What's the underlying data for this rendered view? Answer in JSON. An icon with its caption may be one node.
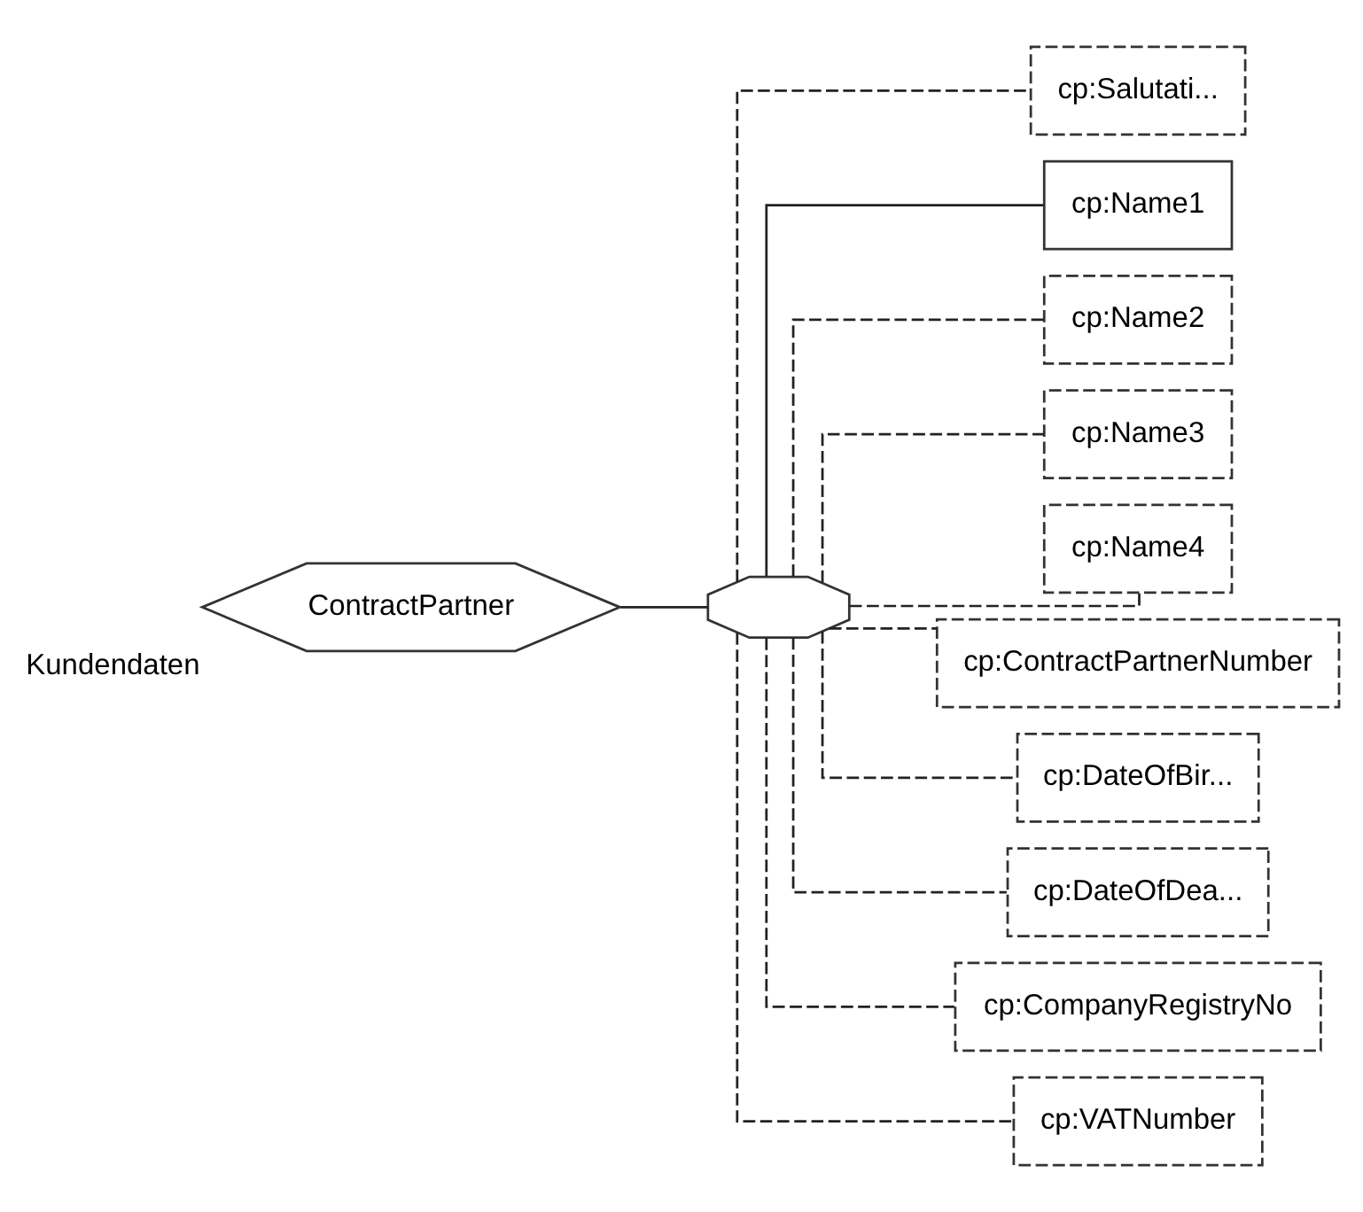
{
  "diagram": {
    "nodes": [
      {
        "text": [
          "ContractPartner"
        ],
        "beside": [
          "Kundendaten"
        ]
      },
      {
        "text": [],
        "shape": "octagon"
      },
      {
        "text": [
          "cp:Salutati..."
        ]
      },
      {
        "text": [
          "cp:Name1"
        ]
      },
      {
        "text": [
          "cp:Name2"
        ]
      },
      {
        "text": [
          "cp:Name3"
        ]
      },
      {
        "text": [
          "cp:Name4"
        ]
      },
      {
        "text": [
          "cp:ContractPartnerNumber"
        ]
      },
      {
        "text": [
          "cp:DateOfBir..."
        ]
      },
      {
        "text": [
          "cp:DateOfDea..."
        ]
      },
      {
        "text": [
          "cp:CompanyRegistryNo"
        ]
      },
      {
        "text": [
          "cp:VATNumber"
        ]
      }
    ],
    "edges": [
      {
        "from": 0,
        "to": 1,
        "arrow": "none"
      },
      {
        "from": 1,
        "to": 2,
        "arrow": "none",
        "style": "dashed"
      },
      {
        "from": 1,
        "to": 3,
        "arrow": "none"
      },
      {
        "from": 1,
        "to": 4,
        "arrow": "none",
        "style": "dashed"
      },
      {
        "from": 1,
        "to": 5,
        "arrow": "none",
        "style": "dashed"
      },
      {
        "from": 1,
        "to": 6,
        "arrow": "none",
        "style": "dashed"
      },
      {
        "from": 1,
        "to": 7,
        "arrow": "none",
        "style": "dashed"
      },
      {
        "from": 1,
        "to": 8,
        "arrow": "none",
        "style": "dashed"
      },
      {
        "from": 1,
        "to": 9,
        "arrow": "none",
        "style": "dashed"
      },
      {
        "from": 1,
        "to": 10,
        "arrow": "none",
        "style": "dashed"
      },
      {
        "from": 1,
        "to": 11,
        "arrow": "none",
        "style": "dashed"
      }
    ]
  }
}
